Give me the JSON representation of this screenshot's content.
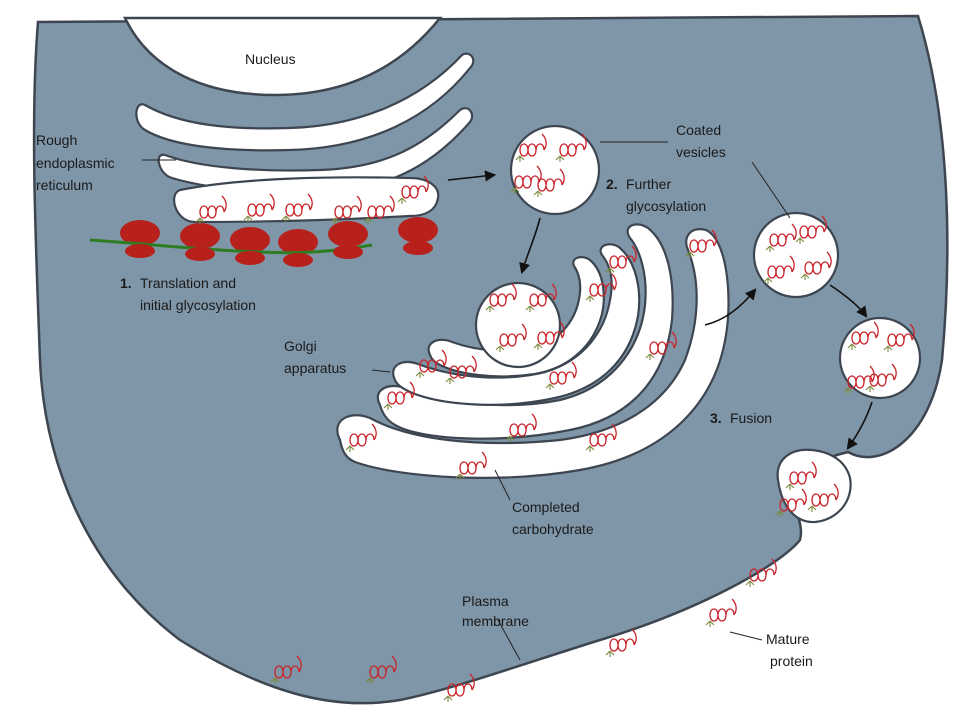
{
  "labels": {
    "nucleus": "Nucleus",
    "rer": [
      "Rough",
      "endoplasmic",
      "reticulum"
    ],
    "step1_num": "1.",
    "step1": [
      "Translation and",
      "initial glycosylation"
    ],
    "coated": [
      "Coated",
      "vesicles"
    ],
    "step2_num": "2.",
    "step2": [
      "Further",
      "glycosylation"
    ],
    "golgi": [
      "Golgi",
      "apparatus"
    ],
    "step3_num": "3.",
    "step3": "Fusion",
    "completed": [
      "Completed",
      "carbohydrate"
    ],
    "plasma": [
      "Plasma",
      "membrane"
    ],
    "mature": [
      "Mature",
      "protein"
    ]
  },
  "colors": {
    "cytoplasm": "#7f96a8",
    "membrane": "#3d4650",
    "lumen": "#ffffff",
    "ribosome": "#b8201c",
    "mrna": "#2e7d22",
    "protein": "#c8242a",
    "carbohydrate": "#7a8a3a"
  }
}
